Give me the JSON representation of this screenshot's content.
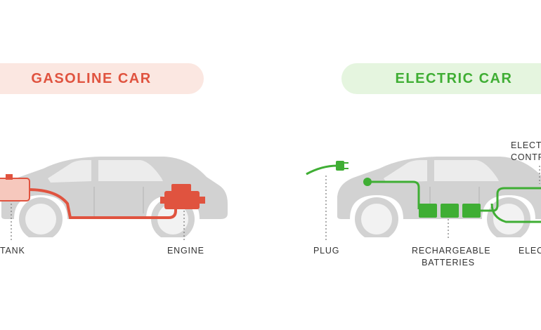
{
  "colors": {
    "gasoline_accent": "#e0533f",
    "gasoline_pill": "#fbe7e1",
    "electric_accent": "#3fae34",
    "electric_pill": "#e5f5df",
    "car_body": "#d2d2d2",
    "car_window": "#ececec",
    "tire": "#e4e4e4"
  },
  "gasoline": {
    "title": "GASOLINE CAR",
    "labels": {
      "tank": "TANK",
      "engine": "ENGINE"
    }
  },
  "electric": {
    "title": "ELECTRIC CAR",
    "labels": {
      "plug": "PLUG",
      "batteries_line1": "RECHARGEABLE",
      "batteries_line2": "BATTERIES",
      "controller_line1": "ELECTI",
      "controller_line2": "CONTR",
      "motor": "ELEC"
    }
  }
}
